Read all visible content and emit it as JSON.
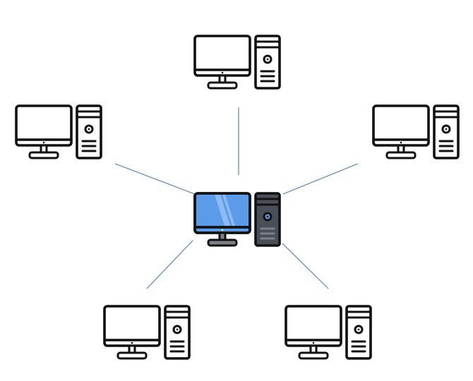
{
  "diagram": {
    "type": "star-network-topology",
    "colors": {
      "background": "#ffffff",
      "outline": "#111111",
      "client_fill": "#ffffff",
      "server_screen": "#5b9bea",
      "server_screen_highlight": "#9cc4f4",
      "server_tower": "#4a4f57",
      "server_tower_detail": "#7c8088",
      "link": "#4a7cc0"
    },
    "nodes": [
      {
        "id": "server",
        "role": "server",
        "icon": "desktop-computer-icon"
      },
      {
        "id": "client-top",
        "role": "client",
        "icon": "desktop-computer-icon"
      },
      {
        "id": "client-left",
        "role": "client",
        "icon": "desktop-computer-icon"
      },
      {
        "id": "client-right",
        "role": "client",
        "icon": "desktop-computer-icon"
      },
      {
        "id": "client-bottom-left",
        "role": "client",
        "icon": "desktop-computer-icon"
      },
      {
        "id": "client-bottom-right",
        "role": "client",
        "icon": "desktop-computer-icon"
      }
    ],
    "links": [
      {
        "from": "server",
        "to": "client-top"
      },
      {
        "from": "server",
        "to": "client-left"
      },
      {
        "from": "server",
        "to": "client-right"
      },
      {
        "from": "server",
        "to": "client-bottom-left"
      },
      {
        "from": "server",
        "to": "client-bottom-right"
      }
    ]
  }
}
